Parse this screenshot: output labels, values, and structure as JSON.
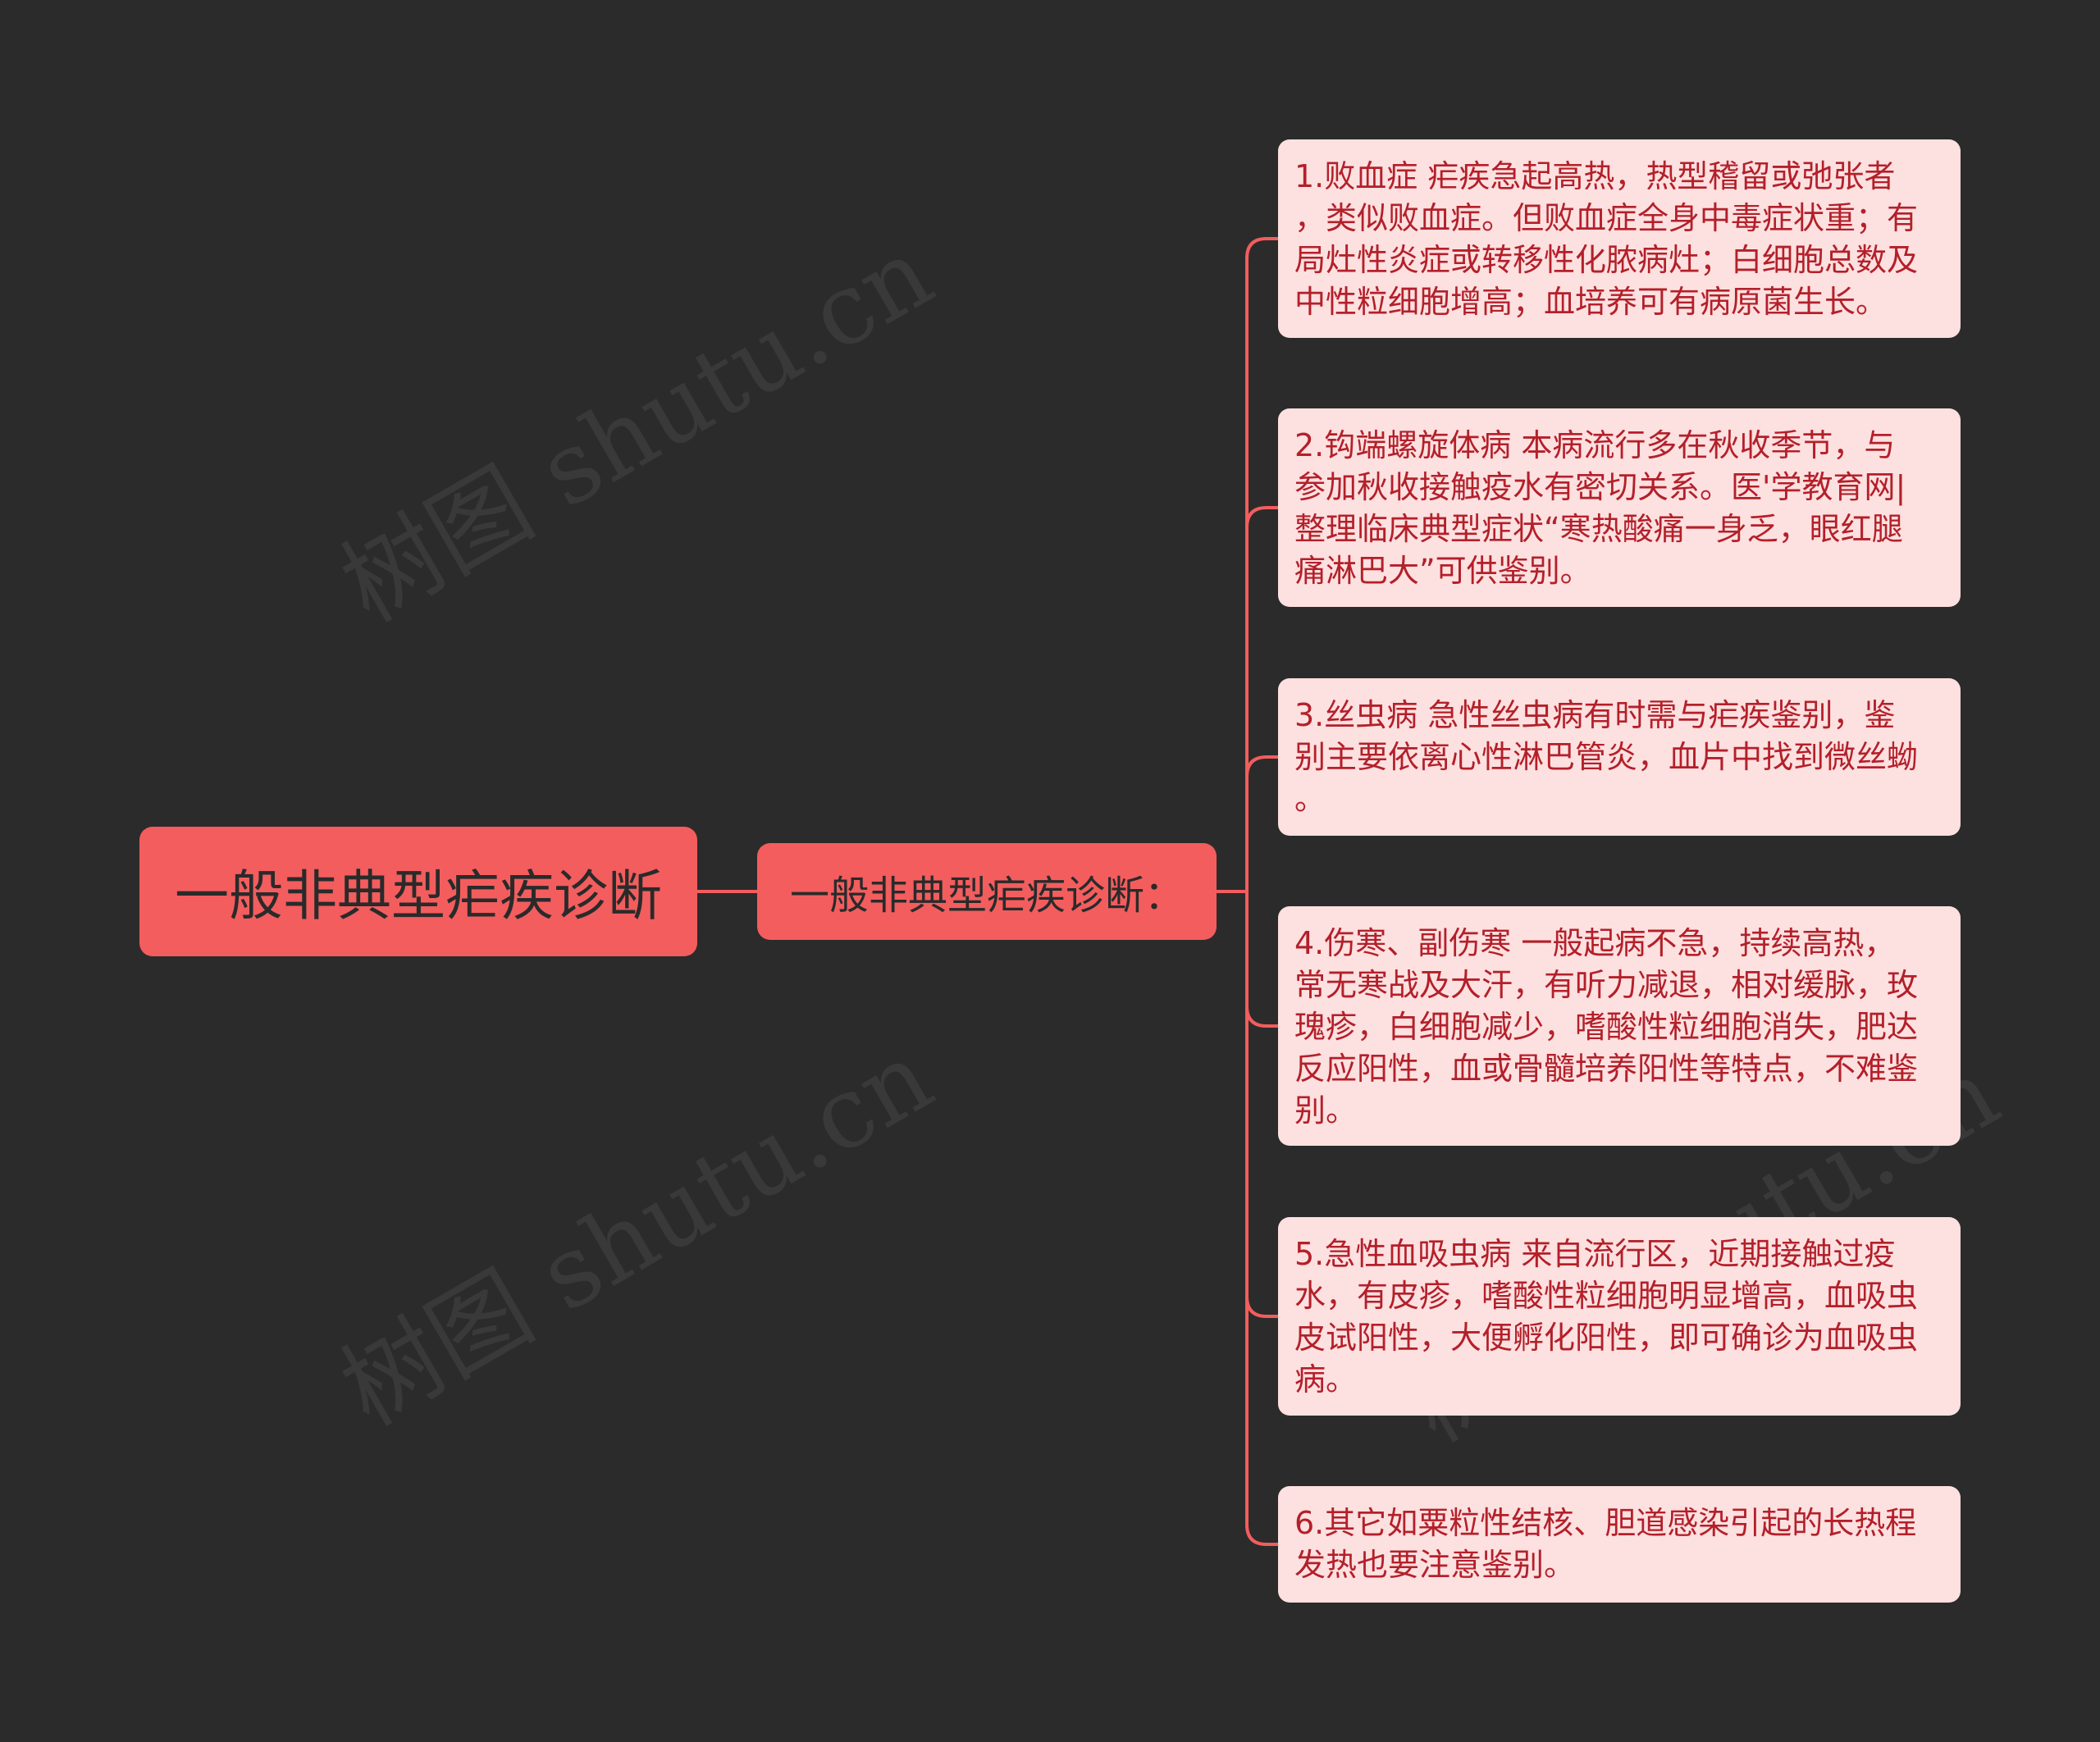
{
  "root": {
    "label": "一般非典型疟疾诊断"
  },
  "subtopic": {
    "label": "一般非典型疟疾诊断："
  },
  "leaves": [
    {
      "lines": [
        "1.败血症 疟疾急起高热，热型稽留或弛张者",
        "，类似败血症。但败血症全身中毒症状重；有",
        "局灶性炎症或转移性化脓病灶；白细胞总数及",
        "中性粒细胞增高；血培养可有病原菌生长。"
      ]
    },
    {
      "lines": [
        "2.钩端螺旋体病 本病流行多在秋收季节，与",
        "参加秋收接触疫水有密切关系。医'学教育网|",
        "整理临床典型症状“寒热酸痛一身乏，眼红腿",
        "痛淋巴大”可供鉴别。"
      ]
    },
    {
      "lines": [
        "3.丝虫病 急性丝虫病有时需与疟疾鉴别，鉴",
        "别主要依离心性淋巴管炎，血片中找到微丝蚴",
        "。"
      ]
    },
    {
      "lines": [
        "4.伤寒、副伤寒 一般起病不急，持续高热，",
        "常无寒战及大汗，有听力减退，相对缓脉，玫",
        "瑰疹，白细胞减少，嗜酸性粒细胞消失，肥达",
        "反应阳性，血或骨髓培养阳性等特点，不难鉴",
        "别。"
      ]
    },
    {
      "lines": [
        "5.急性血吸虫病 来自流行区，近期接触过疫",
        "水，有皮疹，嗜酸性粒细胞明显增高，血吸虫",
        "皮试阳性，大便孵化阳性，即可确诊为血吸虫",
        "病。"
      ]
    },
    {
      "lines": [
        "6.其它如粟粒性结核、胆道感染引起的长热程",
        "发热也要注意鉴别。"
      ]
    }
  ],
  "watermarks": [
    "树图 shutu.cn",
    "树图 shutu.cn",
    "树图 shutu.cn"
  ],
  "colors": {
    "background": "#2b2b2b",
    "node_fill": "#f35d5e",
    "leaf_fill": "#fde0e0",
    "leaf_text": "#b3202a",
    "connector": "#f35d5e"
  }
}
